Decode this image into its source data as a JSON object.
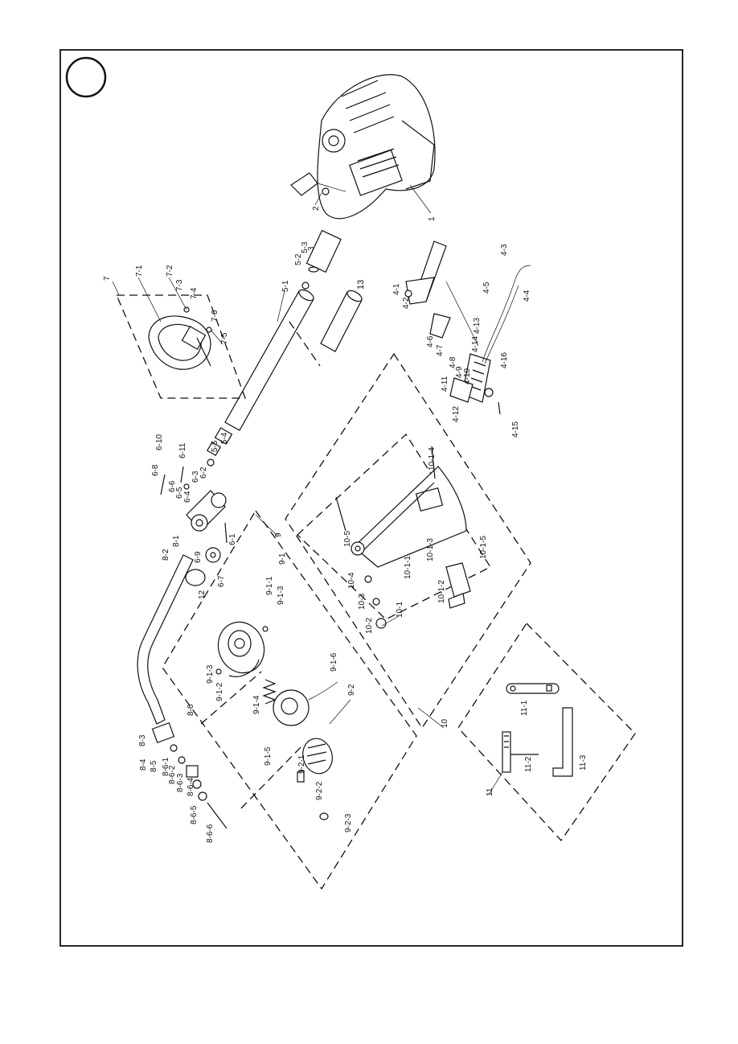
{
  "labels": {
    "l1": "1",
    "l2": "2",
    "l3": "3",
    "l7": "7",
    "l9": "9",
    "l10": "10",
    "l11": "11",
    "l12": "12",
    "l13": "13",
    "l4_1": "4-1",
    "l4_2": "4-2",
    "l4_3": "4-3",
    "l4_4": "4-4",
    "l4_5": "4-5",
    "l4_6": "4-6",
    "l4_7": "4-7",
    "l4_8": "4-8",
    "l4_9": "4-9",
    "l4_10": "4-10",
    "l4_11": "4-11",
    "l4_12": "4-12",
    "l4_13": "4-13",
    "l4_14": "4-14",
    "l4_15": "4-15",
    "l4_16": "4-16",
    "l5_1": "5-1",
    "l5_2": "5-2",
    "l5_3": "5-3",
    "l5_4": "5-4",
    "l5_5": "5-5",
    "l6_1": "6-1",
    "l6_2": "6-2",
    "l6_3": "6-3",
    "l6_4": "6-4",
    "l6_5": "6-5",
    "l6_6": "6-6",
    "l6_7": "6-7",
    "l6_8": "6-8",
    "l6_9": "6-9",
    "l6_10": "6-10",
    "l6_11": "6-11",
    "l7_1": "7-1",
    "l7_2": "7-2",
    "l7_3": "7-3",
    "l7_4": "7-4",
    "l7_5": "7-5",
    "l7_6": "7-6",
    "l8_1": "8-1",
    "l8_2": "8-2",
    "l8_3": "8-3",
    "l8_4": "8-4",
    "l8_5": "8-5",
    "l8_6": "8-6",
    "l8_6_1": "8-6-1",
    "l8_6_2": "8-6-2",
    "l8_6_3": "8-6-3",
    "l8_6_4": "8-6-4",
    "l8_6_5": "8-6-5",
    "l8_6_6": "8-6-6",
    "l9_1": "9-1",
    "l9_1_1": "9-1-1",
    "l9_1_2": "9-1-2",
    "l9_1_3a": "9-1-3",
    "l9_1_3b": "9-1-3",
    "l9_1_4": "9-1-4",
    "l9_1_5": "9-1-5",
    "l9_1_6": "9-1-6",
    "l9_2": "9-2",
    "l9_2_1": "9-2-1",
    "l9_2_2": "9-2-2",
    "l9_2_3": "9-2-3",
    "l10_1": "10-1",
    "l10_1_1": "10-1-1",
    "l10_1_2": "10-1-2",
    "l10_1_3": "10-1-3",
    "l10_1_4": "10-1-4",
    "l10_1_5": "10-1-5",
    "l10_2": "10-2",
    "l10_3": "10-3",
    "l10_4": "10-4",
    "l10_5": "10-5",
    "l11_1": "11-1",
    "l11_2": "11-2",
    "l11_3": "11-3"
  }
}
